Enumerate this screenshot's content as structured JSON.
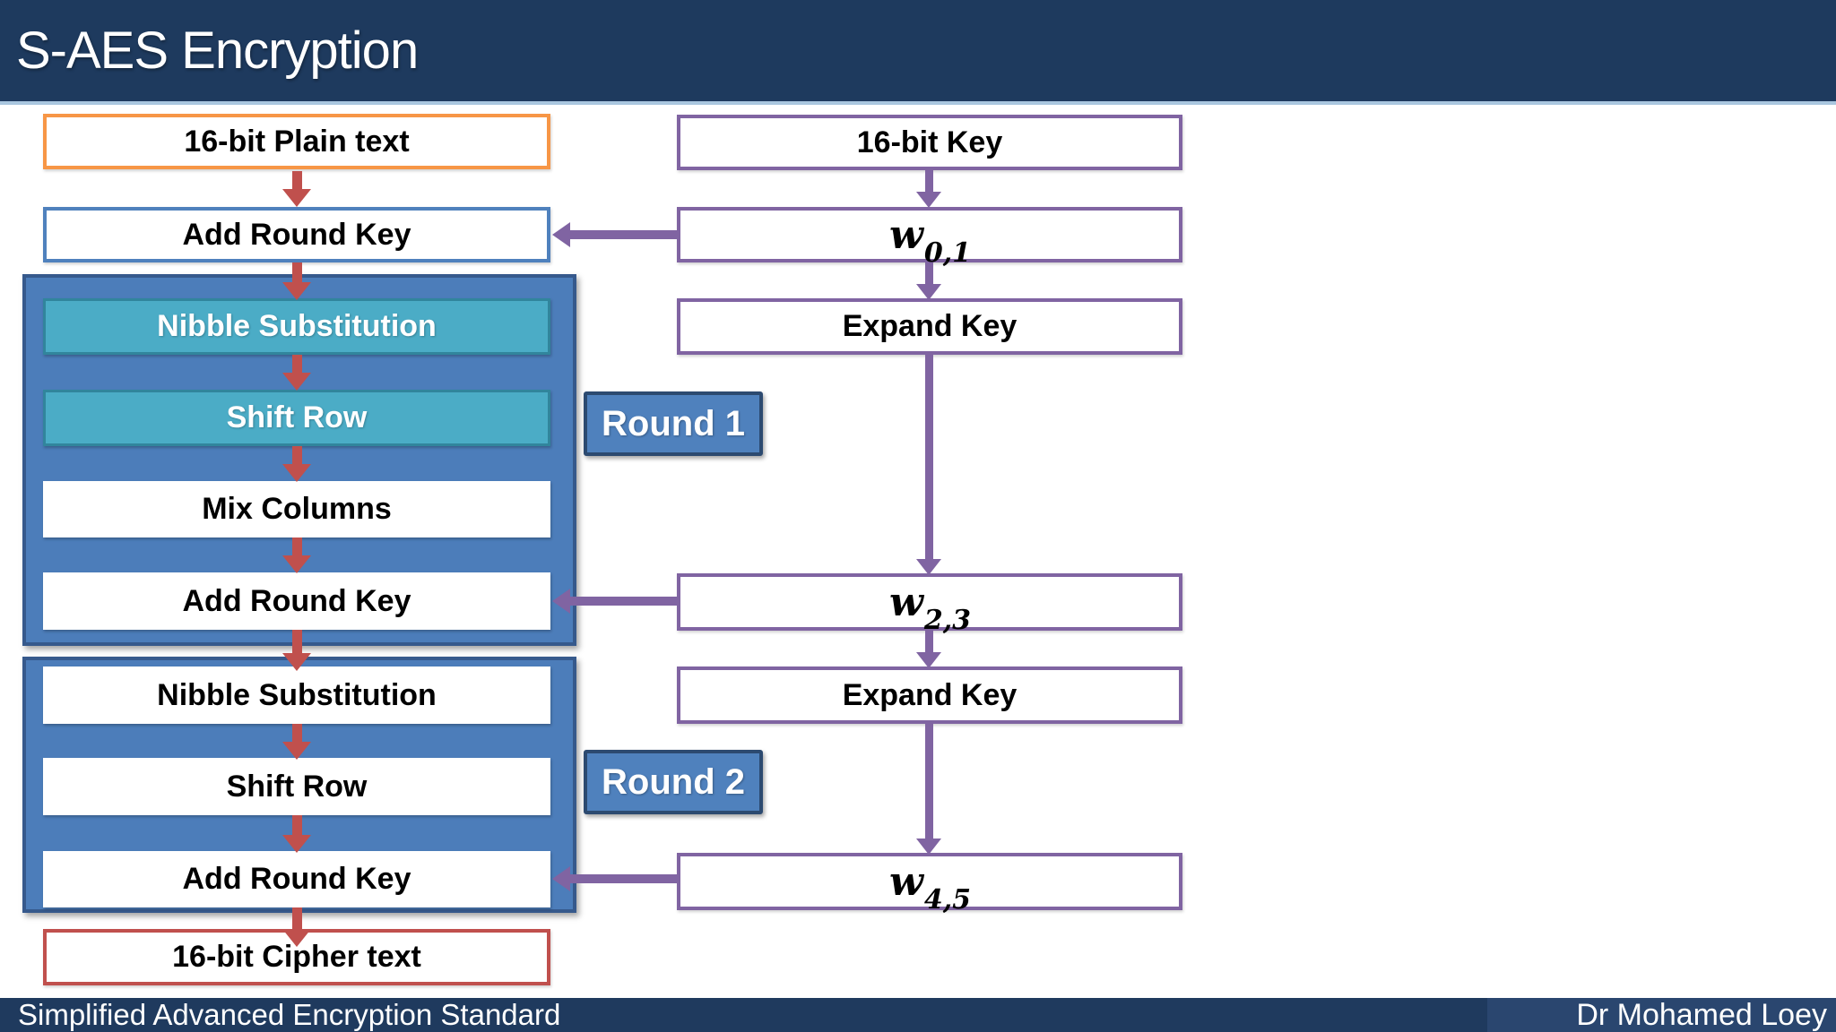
{
  "header": {
    "title": "S-AES Encryption"
  },
  "footer": {
    "left_text": "Simplified Advanced Encryption Standard",
    "right_text": "Dr Mohamed Loey"
  },
  "left_column": {
    "plain_text": "16-bit Plain text",
    "add_round_key_initial": "Add Round Key",
    "round1": {
      "label": "Round 1",
      "steps": [
        "Nibble Substitution",
        "Shift Row",
        "Mix Columns",
        "Add Round Key"
      ]
    },
    "round2": {
      "label": "Round 2",
      "steps": [
        "Nibble Substitution",
        "Shift Row",
        "Add Round Key"
      ]
    },
    "cipher_text": "16-bit Cipher text"
  },
  "right_column": {
    "key": "16-bit Key",
    "w01": {
      "base": "w",
      "sub": "0,1"
    },
    "expand_key_1": "Expand Key",
    "w23": {
      "base": "w",
      "sub": "2,3"
    },
    "expand_key_2": "Expand Key",
    "w45": {
      "base": "w",
      "sub": "4,5"
    }
  },
  "colors": {
    "header_navy": "#1e3a5e",
    "footer_navy": "#1f3a5e",
    "accent_blue": "#4f81bd",
    "container_blue": "#4c7dba",
    "accent_teal": "#4bacc6",
    "accent_red": "#c0504d",
    "accent_orange": "#f79646",
    "accent_purple": "#8064a2"
  }
}
